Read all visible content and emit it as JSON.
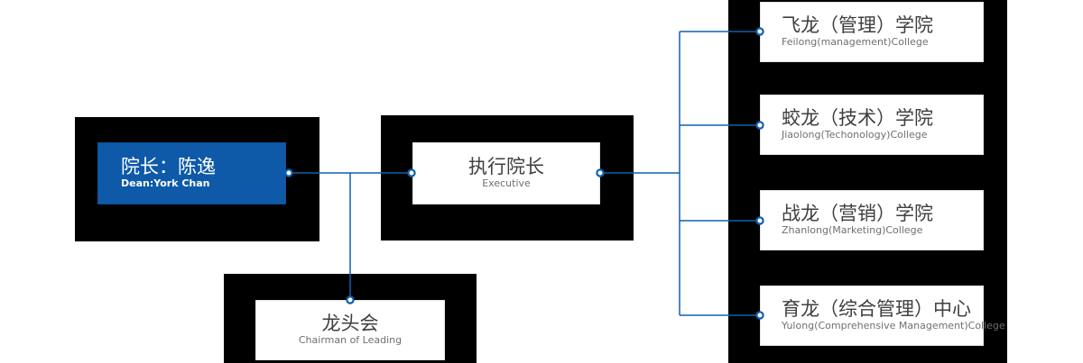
{
  "colors": {
    "accent_blue": "#0e5aa9",
    "line_blue": "#1060ae",
    "container_black": "#000000",
    "title_gray": "#3f3f3f",
    "subtitle_gray": "#6f6f6f"
  },
  "nodes": {
    "dean": {
      "title": "院长：陈逸",
      "subtitle": "Dean:York Chan"
    },
    "executive": {
      "title": "执行院长",
      "subtitle": "Executive"
    },
    "chairman": {
      "title": "龙头会",
      "subtitle": "Chairman of Leading"
    },
    "colleges": [
      {
        "title": "飞龙（管理）学院",
        "subtitle": "Feilong(management)College"
      },
      {
        "title": "蛟龙（技术）学院",
        "subtitle": "Jiaolong(Techonology)College"
      },
      {
        "title": "战龙（营销）学院",
        "subtitle": "Zhanlong(Marketing)College"
      },
      {
        "title": "育龙（综合管理）中心",
        "subtitle": "Yulong(Comprehensive Management)College"
      }
    ]
  }
}
